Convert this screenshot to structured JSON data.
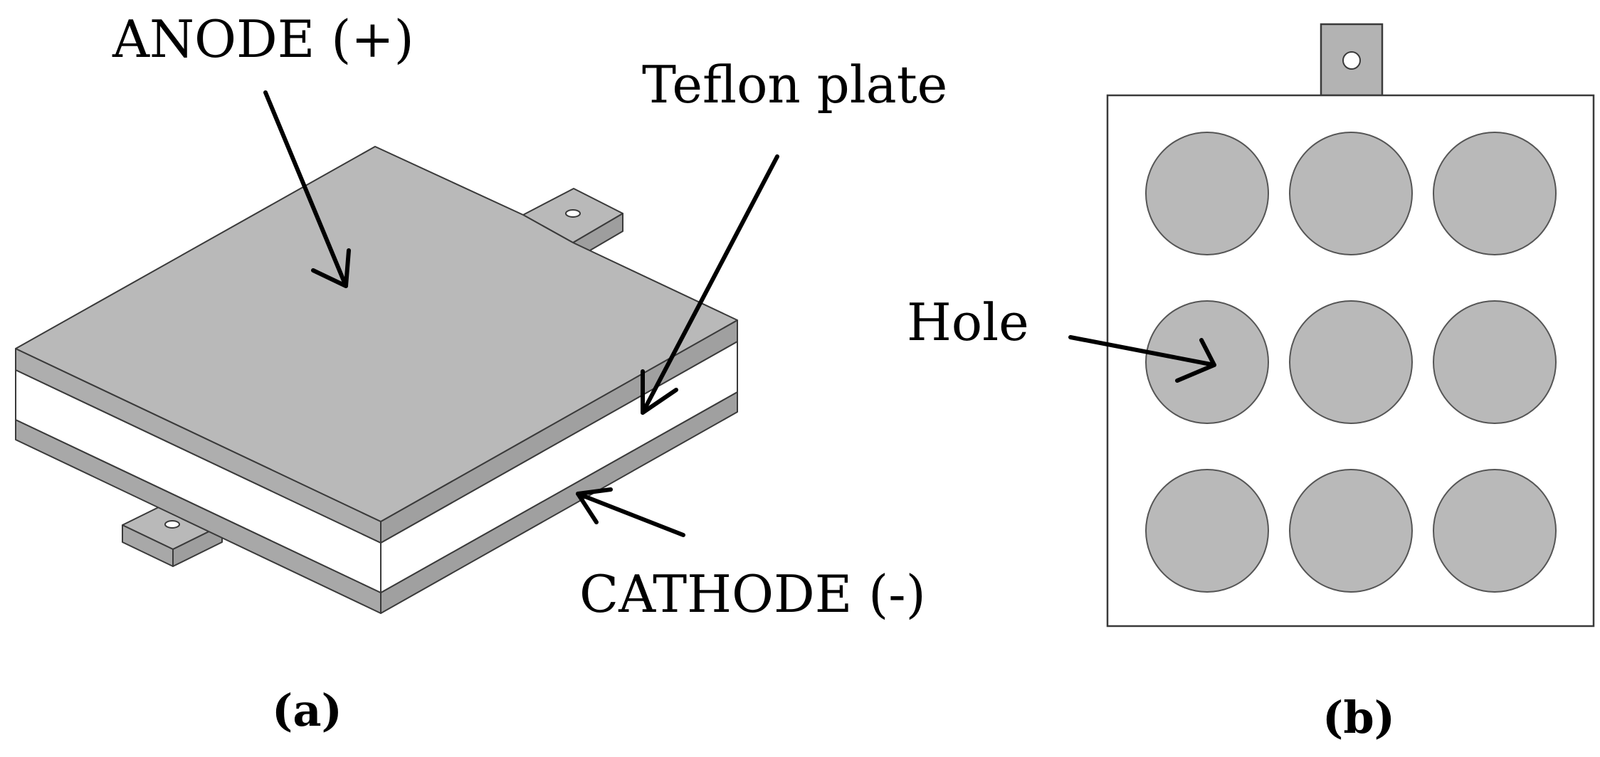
{
  "panel_a": {
    "caption": "(a)",
    "labels": {
      "anode": "ANODE (+)",
      "teflon": "Teflon plate",
      "cathode": "CATHODE (-)"
    }
  },
  "panel_b": {
    "caption": "(b)",
    "hole_label": "Hole",
    "hole_grid": {
      "rows": 3,
      "cols": 3
    }
  },
  "colors": {
    "plate_top": "#b9b9b9",
    "plate_side": "#a5a5a5",
    "plate_front": "#aeaeae",
    "teflon": "#ffffff",
    "hole_fill": "#b9b9b9",
    "outline": "#3a3a3a",
    "arrow": "#000000"
  }
}
